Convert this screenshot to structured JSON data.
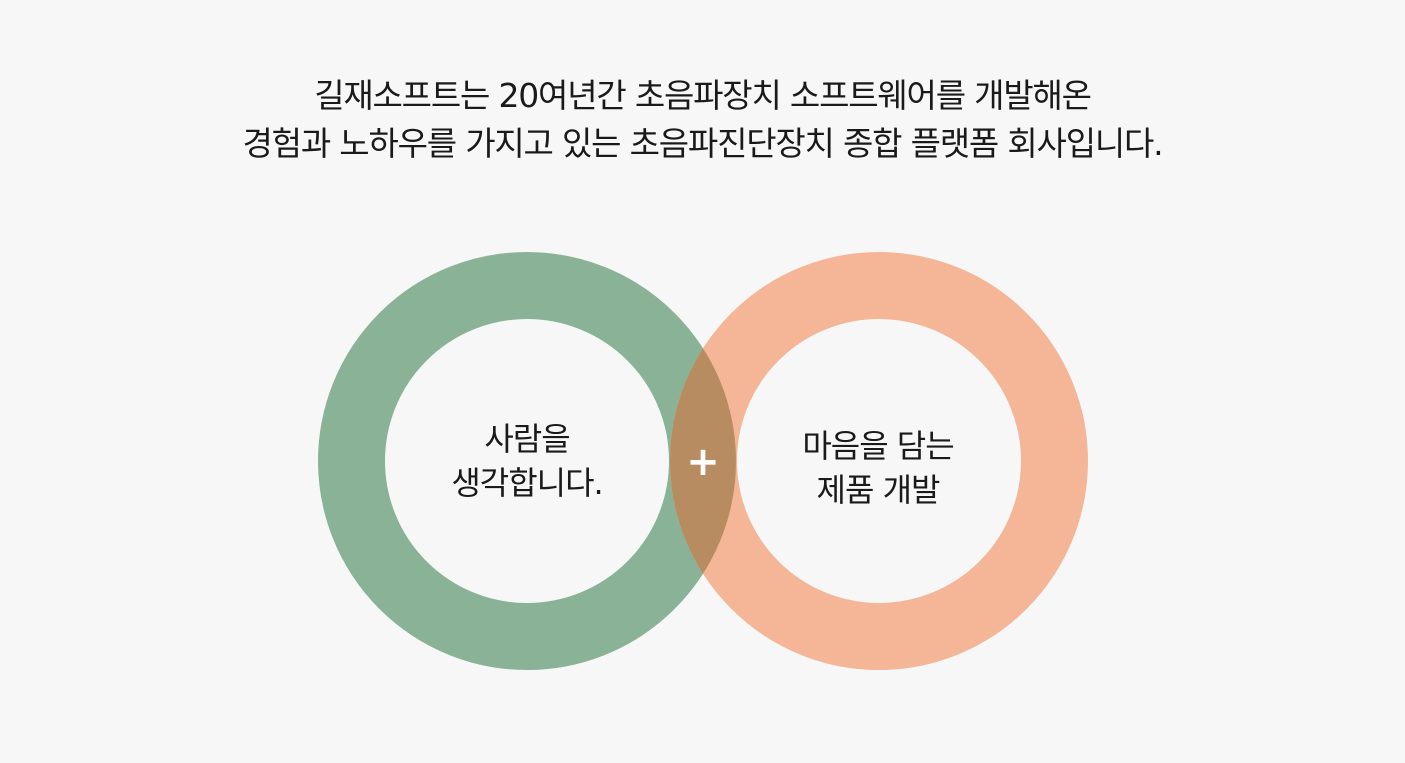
{
  "intro": {
    "line1": "길재소프트는 20여년간 초음파장치 소프트웨어를 개발해온",
    "line2": "경험과 노하우를 가지고 있는 초음파진단장치 종합 플랫폼 회사입니다."
  },
  "diagram": {
    "left_circle": {
      "line1": "사람을",
      "line2": "생각합니다.",
      "color": "#8ab296"
    },
    "right_circle": {
      "line1": "마음을 담는",
      "line2": "제품 개발",
      "color": "#f5b597"
    },
    "overlap_color": "#b88c61",
    "connector": "+"
  }
}
